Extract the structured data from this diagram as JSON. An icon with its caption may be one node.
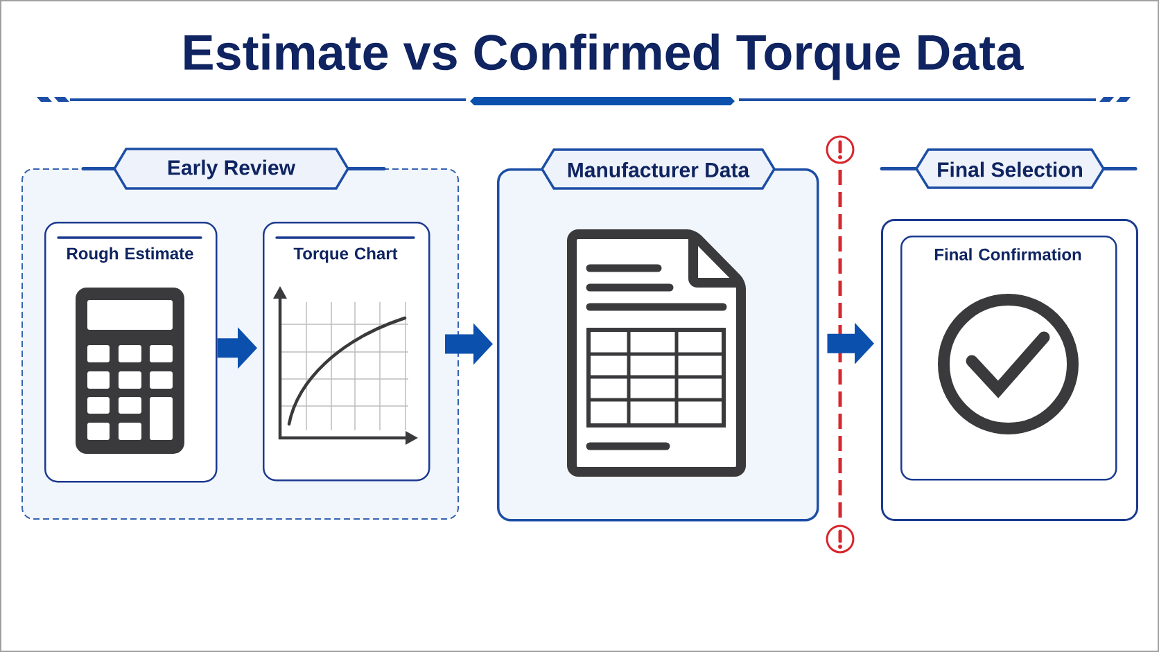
{
  "diagram": {
    "title": "Estimate vs Confirmed Torque Data",
    "nodes": [
      {
        "text": [
          "Early Review"
        ]
      },
      {
        "text": [
          "Rough Estimate"
        ],
        "in": 0
      },
      {
        "text": [
          "Torque Chart"
        ],
        "in": 0
      },
      {
        "text": [
          "Manufacturer Data"
        ]
      },
      {
        "text": [
          "Final Selection"
        ]
      },
      {
        "text": [
          "Final Confirmation"
        ],
        "in": 4
      }
    ],
    "edges": [
      {
        "from": 1,
        "to": 2,
        "arrow": "to"
      },
      {
        "from": 0,
        "to": 3,
        "arrow": "to"
      },
      {
        "from": 3,
        "to": 4,
        "arrow": "to"
      }
    ]
  }
}
